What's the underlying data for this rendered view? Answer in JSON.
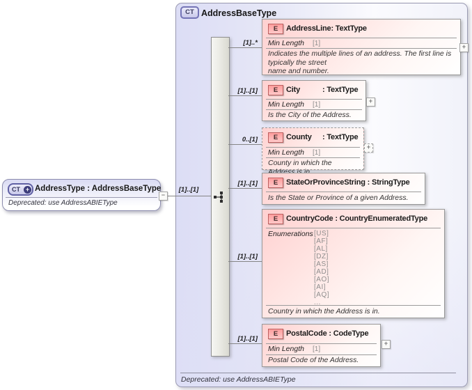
{
  "container": {
    "badge": "CT",
    "title": "AddressBaseType",
    "footer": "Deprecated: use AddressABIEType"
  },
  "root_box": {
    "badge": "CT",
    "badge_plus": "+",
    "title": "AddressType : AddressBaseType",
    "deprecated": "Deprecated: use AddressABIEType",
    "cardinality": "[1]..[1]",
    "collapse_symbol": "−"
  },
  "elements": [
    {
      "badge": "E",
      "name": "AddressLine",
      "type_display": ": TextType",
      "cardinality": "[1]..*",
      "facet_label": "Min Length",
      "facet_value": "[1]",
      "description": "Indicates the multiple lines of an address. The first line is typically the street\nname and number.",
      "expand_symbol": "+"
    },
    {
      "badge": "E",
      "name": "City",
      "type_display": ": TextType",
      "cardinality": "[1]..[1]",
      "facet_label": "Min Length",
      "facet_value": "[1]",
      "description": "Is the City of the Address.",
      "expand_symbol": "+"
    },
    {
      "badge": "E",
      "name": "County",
      "type_display": ": TextType",
      "cardinality": "0..[1]",
      "facet_label": "Min Length",
      "facet_value": "[1]",
      "description": "County in which the Address is in.",
      "expand_symbol": "+"
    },
    {
      "badge": "E",
      "name": "StateOrProvinceString",
      "type_display": ": StringType",
      "cardinality": "[1]..[1]",
      "description": "Is the State or Province of a given Address."
    },
    {
      "badge": "E",
      "name": "CountryCode",
      "type_display": ": CountryEnumeratedType",
      "cardinality": "[1]..[1]",
      "enum_label": "Enumerations",
      "enums": [
        "[US]",
        "[AF]",
        "[AL]",
        "[DZ]",
        "[AS]",
        "[AD]",
        "[AO]",
        "[AI]",
        "[AQ]",
        "..."
      ],
      "description": "Country in which the Address is in."
    },
    {
      "badge": "E",
      "name": "PostalCode",
      "type_display": ": CodeType",
      "cardinality": "[1]..[1]",
      "facet_label": "Min Length",
      "facet_value": "[1]",
      "description": "Postal Code of the Address.",
      "expand_symbol": "+"
    }
  ]
}
